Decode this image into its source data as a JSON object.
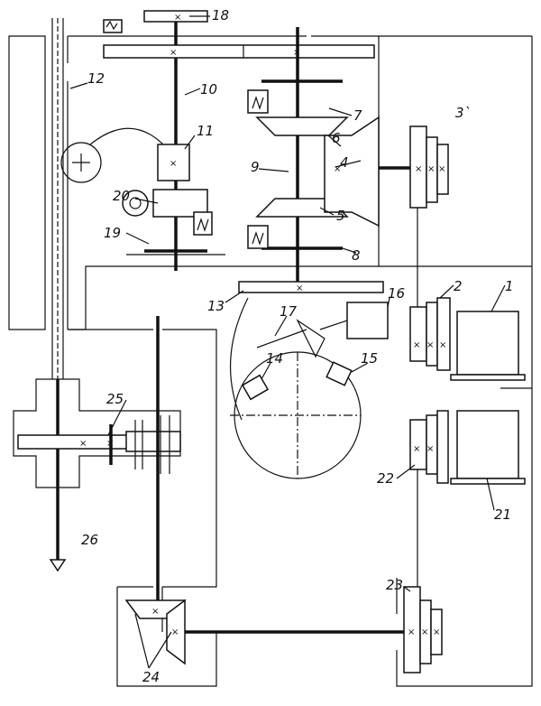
{
  "labels": {
    "l1": "1",
    "l2": "2",
    "l3": "3`",
    "l4": "4",
    "l5": "5",
    "l6": "6",
    "l7": "7",
    "l8": "8",
    "l9": "9",
    "l10": "10",
    "l11": "11",
    "l12": "12",
    "l13": "13",
    "l14": "14",
    "l15": "15",
    "l16": "16",
    "l17": "17",
    "l18": "18",
    "l19": "19",
    "l20": "20",
    "l21": "21",
    "l22": "22",
    "l23": "23",
    "l24": "24",
    "l25": "25",
    "l26": "26"
  },
  "marks": {
    "gear_center": "×"
  }
}
